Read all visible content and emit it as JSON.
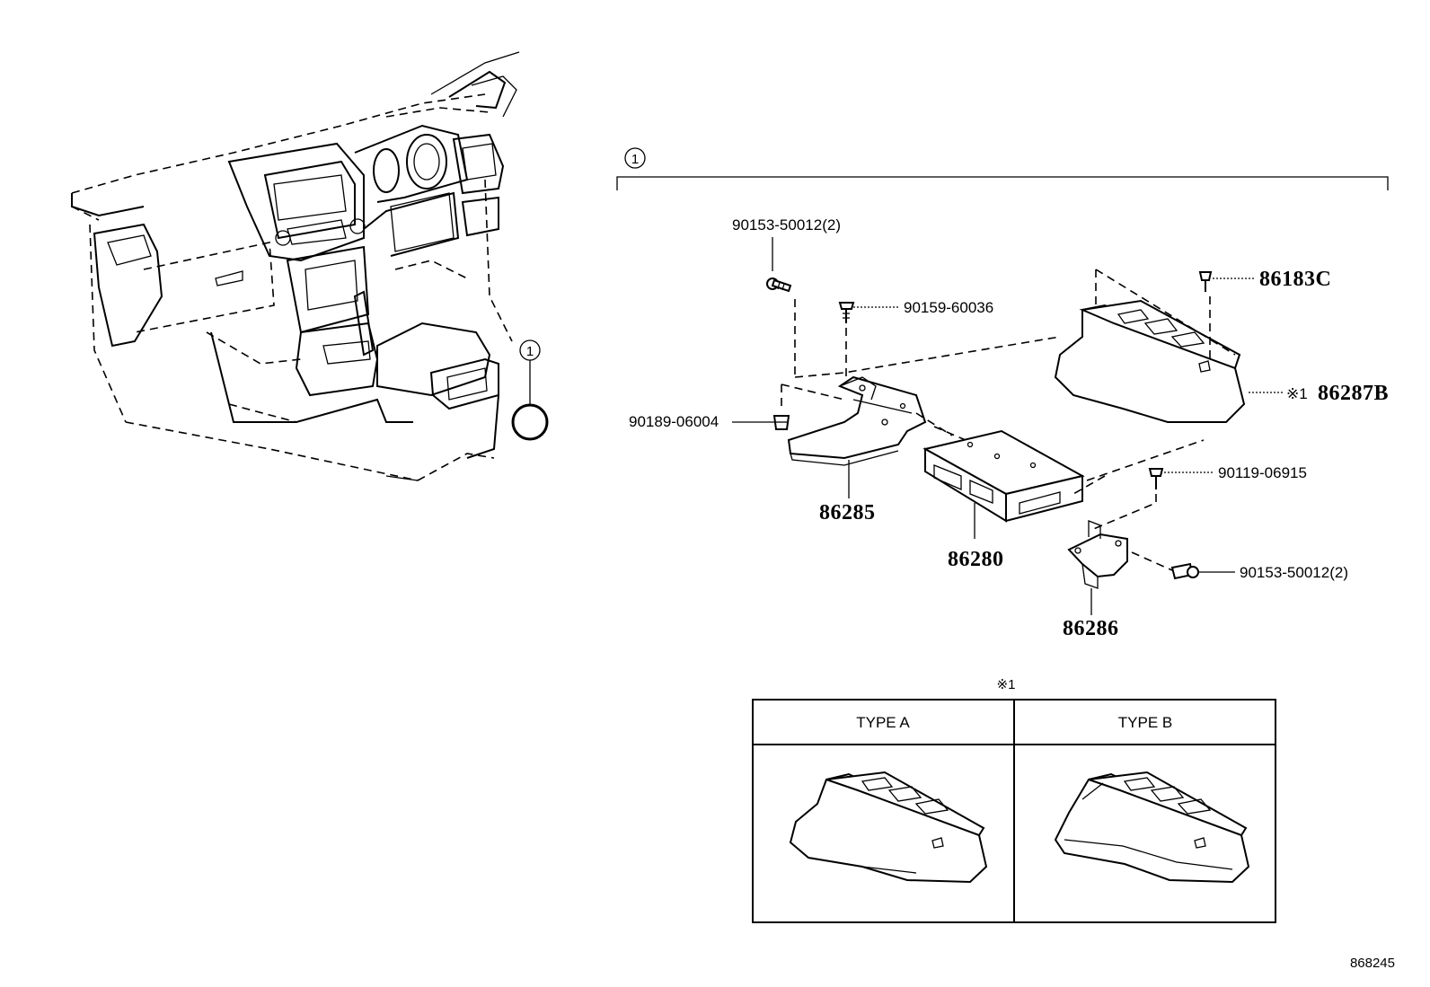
{
  "callout_marker": "1",
  "type_note_marker": "※1",
  "parts": {
    "p_90153_top": "90153-50012(2)",
    "p_90159": "90159-60036",
    "p_86183c": "86183C",
    "p_86287b": "86287B",
    "p_90189": "90189-06004",
    "p_90119": "90119-06915",
    "p_86285": "86285",
    "p_86280": "86280",
    "p_90153_bottom": "90153-50012(2)",
    "p_86286": "86286"
  },
  "type_table": {
    "type_a": "TYPE A",
    "type_b": "TYPE B"
  },
  "illustration_id": "868245"
}
